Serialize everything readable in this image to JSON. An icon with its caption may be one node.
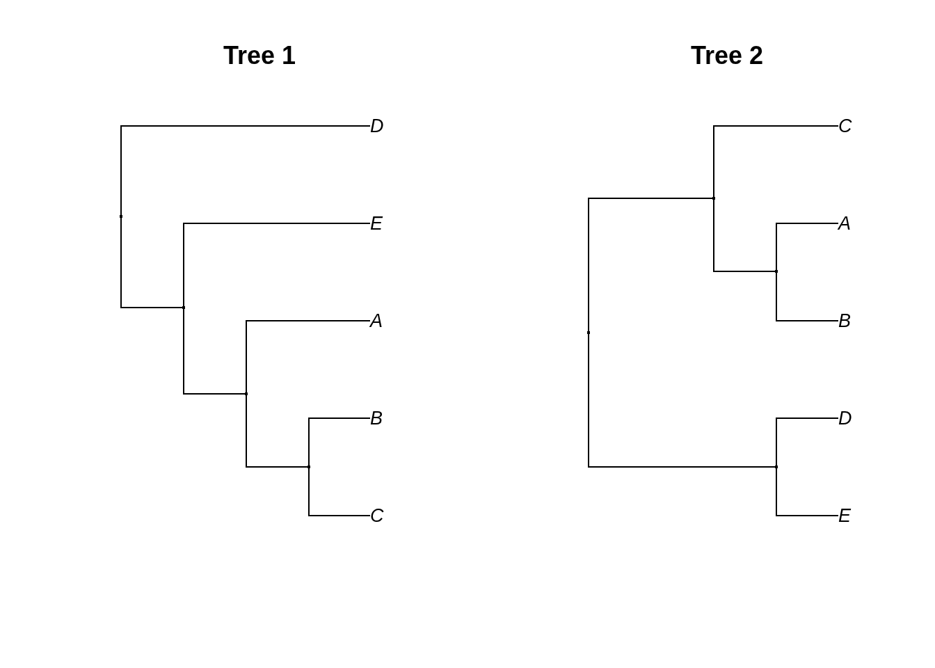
{
  "diagram": {
    "nodes": [
      {
        "text": [],
        "shape": "point"
      },
      {
        "text": [
          "D"
        ]
      },
      {
        "text": [],
        "shape": "point"
      },
      {
        "text": [
          "E"
        ]
      },
      {
        "text": [],
        "shape": "point"
      },
      {
        "text": [
          "A"
        ]
      },
      {
        "text": [],
        "shape": "point"
      },
      {
        "text": [
          "B"
        ]
      },
      {
        "text": [
          "C"
        ]
      },
      {
        "text": [],
        "shape": "point"
      },
      {
        "text": [],
        "shape": "point"
      },
      {
        "text": [
          "C"
        ]
      },
      {
        "text": [],
        "shape": "point"
      },
      {
        "text": [
          "A"
        ]
      },
      {
        "text": [
          "B"
        ]
      },
      {
        "text": [],
        "shape": "point"
      },
      {
        "text": [
          "D"
        ]
      },
      {
        "text": [
          "E"
        ]
      }
    ],
    "edges": [
      {
        "from": 0,
        "to": 1,
        "arrow": "none"
      },
      {
        "from": 0,
        "to": 2,
        "arrow": "none"
      },
      {
        "from": 2,
        "to": 3,
        "arrow": "none"
      },
      {
        "from": 2,
        "to": 4,
        "arrow": "none"
      },
      {
        "from": 4,
        "to": 5,
        "arrow": "none"
      },
      {
        "from": 4,
        "to": 6,
        "arrow": "none"
      },
      {
        "from": 6,
        "to": 7,
        "arrow": "none"
      },
      {
        "from": 6,
        "to": 8,
        "arrow": "none"
      },
      {
        "from": 9,
        "to": 10,
        "arrow": "none"
      },
      {
        "from": 9,
        "to": 15,
        "arrow": "none"
      },
      {
        "from": 10,
        "to": 11,
        "arrow": "none"
      },
      {
        "from": 10,
        "to": 12,
        "arrow": "none"
      },
      {
        "from": 12,
        "to": 13,
        "arrow": "none"
      },
      {
        "from": 12,
        "to": 14,
        "arrow": "none"
      },
      {
        "from": 15,
        "to": 16,
        "arrow": "none"
      },
      {
        "from": 15,
        "to": 17,
        "arrow": "none"
      }
    ],
    "labels": [
      "Tree 1",
      "Tree 2"
    ]
  }
}
